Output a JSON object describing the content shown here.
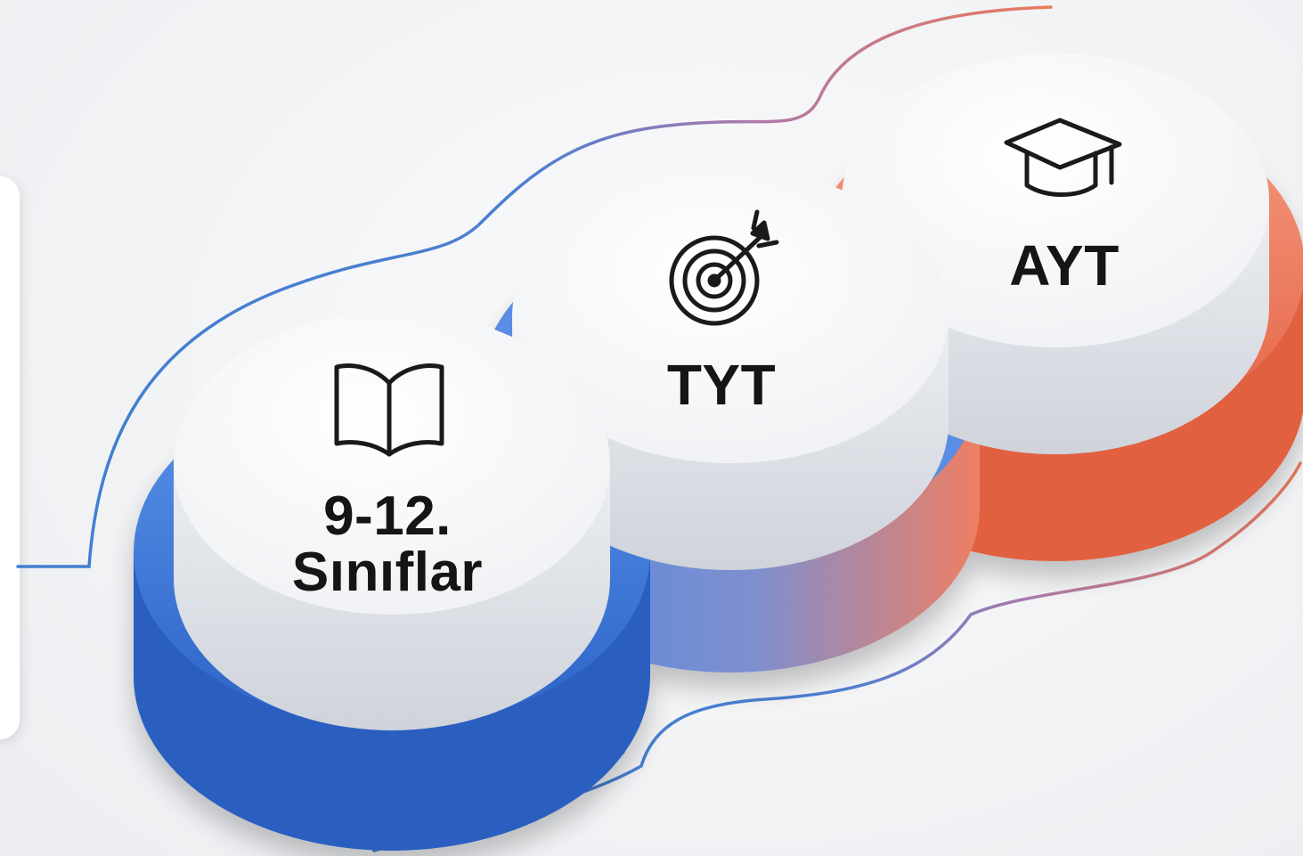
{
  "steps": [
    {
      "id": "grades",
      "label_line1": "9-12.",
      "label_line2": "Sınıflar",
      "icon": "open-book-icon",
      "accent": "#3b78d8"
    },
    {
      "id": "tyt",
      "label": "TYT",
      "icon": "target-arrow-icon",
      "accent": "#3b78d8"
    },
    {
      "id": "ayt",
      "label": "AYT",
      "icon": "graduation-cap-icon",
      "accent": "#ef7a5c"
    }
  ],
  "colors": {
    "blue": "#3b78d8",
    "blue_dark": "#2a5fc0",
    "coral": "#ef7a5c",
    "coral_dark": "#e0603f",
    "disc_top": "#ffffff",
    "disc_side": "#dfe1e6",
    "line_blue": "#3f7fd0",
    "line_coral": "#ea7a5c"
  }
}
